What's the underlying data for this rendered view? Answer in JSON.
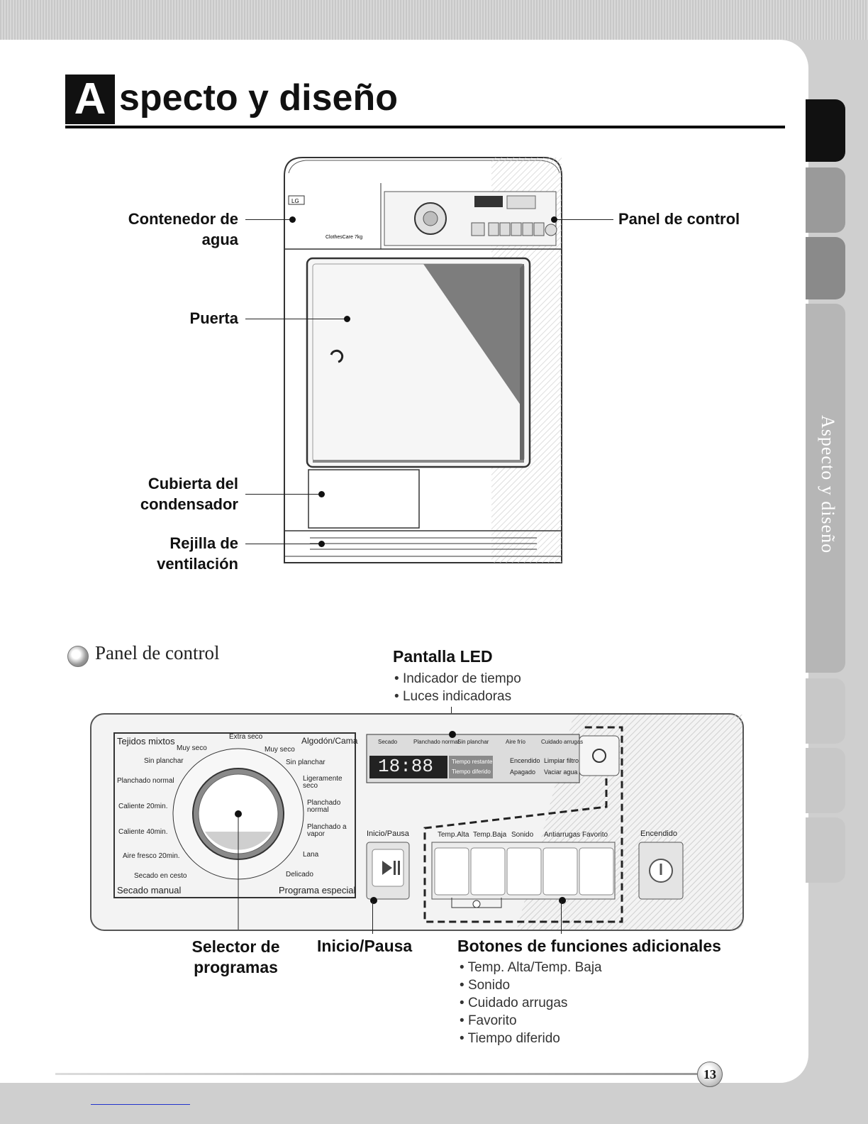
{
  "title": {
    "initial": "A",
    "rest": "specto y diseño"
  },
  "side_tab": "Aspecto y diseño",
  "diagram_labels": {
    "water": "Contenedor de agua",
    "control_panel": "Panel de control",
    "door": "Puerta",
    "condenser": "Cubierta del condensador",
    "vent": "Rejilla de ventilación"
  },
  "dryer": {
    "brand": "LG",
    "model": "ClothesCare 7kg"
  },
  "section": {
    "title": "Panel de control"
  },
  "led": {
    "title": "Pantalla LED",
    "items": [
      "Indicador de tiempo",
      "Luces indicadoras"
    ]
  },
  "panel": {
    "programs_left": [
      "Tejidos mixtos",
      "Muy seco",
      "Sin planchar",
      "Planchado normal",
      "Caliente 20min.",
      "Caliente 40min.",
      "Aire fresco 20min.",
      "Secado en cesto",
      "Secado manual"
    ],
    "programs_top": "Extra seco",
    "programs_right": [
      "Algodón/Cama",
      "Muy seco",
      "Sin planchar",
      "Ligeramente seco",
      "Planchado normal",
      "Planchado a vapor",
      "Lana",
      "Delicado",
      "Programa especial"
    ],
    "display_top": [
      "Secado",
      "Planchado normal",
      "Sin planchar",
      "Aire frío",
      "Cuidado arrugas"
    ],
    "display_digits": "18:88",
    "display_times": [
      "Tiempo restante",
      "Tiempo diferido"
    ],
    "display_states": [
      "Encendido",
      "Apagado"
    ],
    "display_right": [
      "Limpiar filtro",
      "Vaciar agua"
    ],
    "start_label": "Inicio/Pausa",
    "function_buttons": [
      "Temp.Alta",
      "Temp.Baja",
      "Sonido",
      "Antiarrugas",
      "Favorito"
    ],
    "power_label": "Encendido"
  },
  "captions": {
    "selector": "Selector de programas",
    "start": "Inicio/Pausa",
    "functions": "Botones de funciones adicionales"
  },
  "functions_list": [
    "Temp. Alta/Temp. Baja",
    "Sonido",
    "Cuidado arrugas",
    "Favorito",
    "Tiempo diferido"
  ],
  "page_number": "13"
}
